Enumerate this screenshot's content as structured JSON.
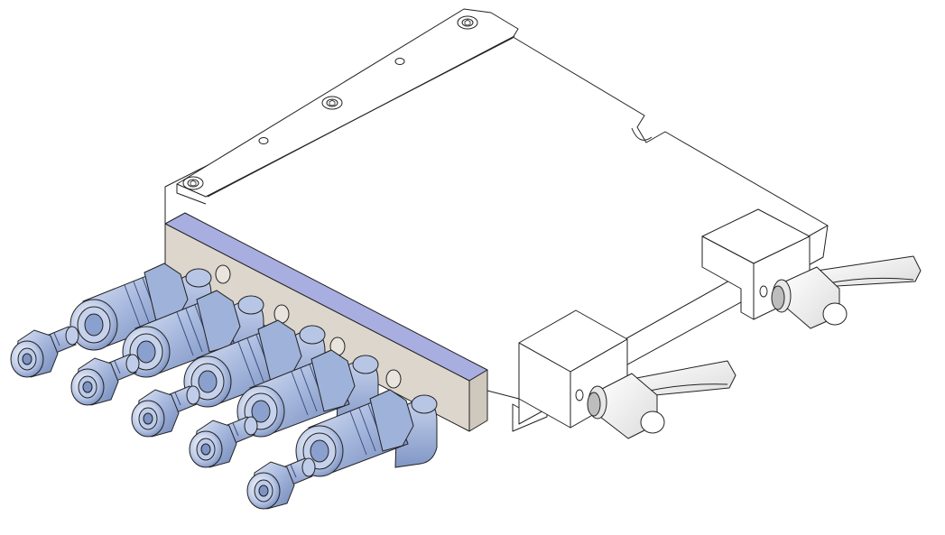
{
  "colors": {
    "background": "#ffffff",
    "outline": "#222222",
    "body_face": "#ffffff",
    "manifold_top": "#a9aee0",
    "manifold_side": "#dcd6cc",
    "coupling_light": "#c7d3ec",
    "coupling_mid": "#9eb1d9",
    "coupling_dark": "#6f86b8",
    "lever_face": "#f7f7f7"
  },
  "quick_couplings": 5,
  "plug_nipples": 5,
  "clamp_blocks": 2,
  "clamp_levers": 2,
  "mounting_rail_screws": 3,
  "mounting_rail_holes": 2
}
